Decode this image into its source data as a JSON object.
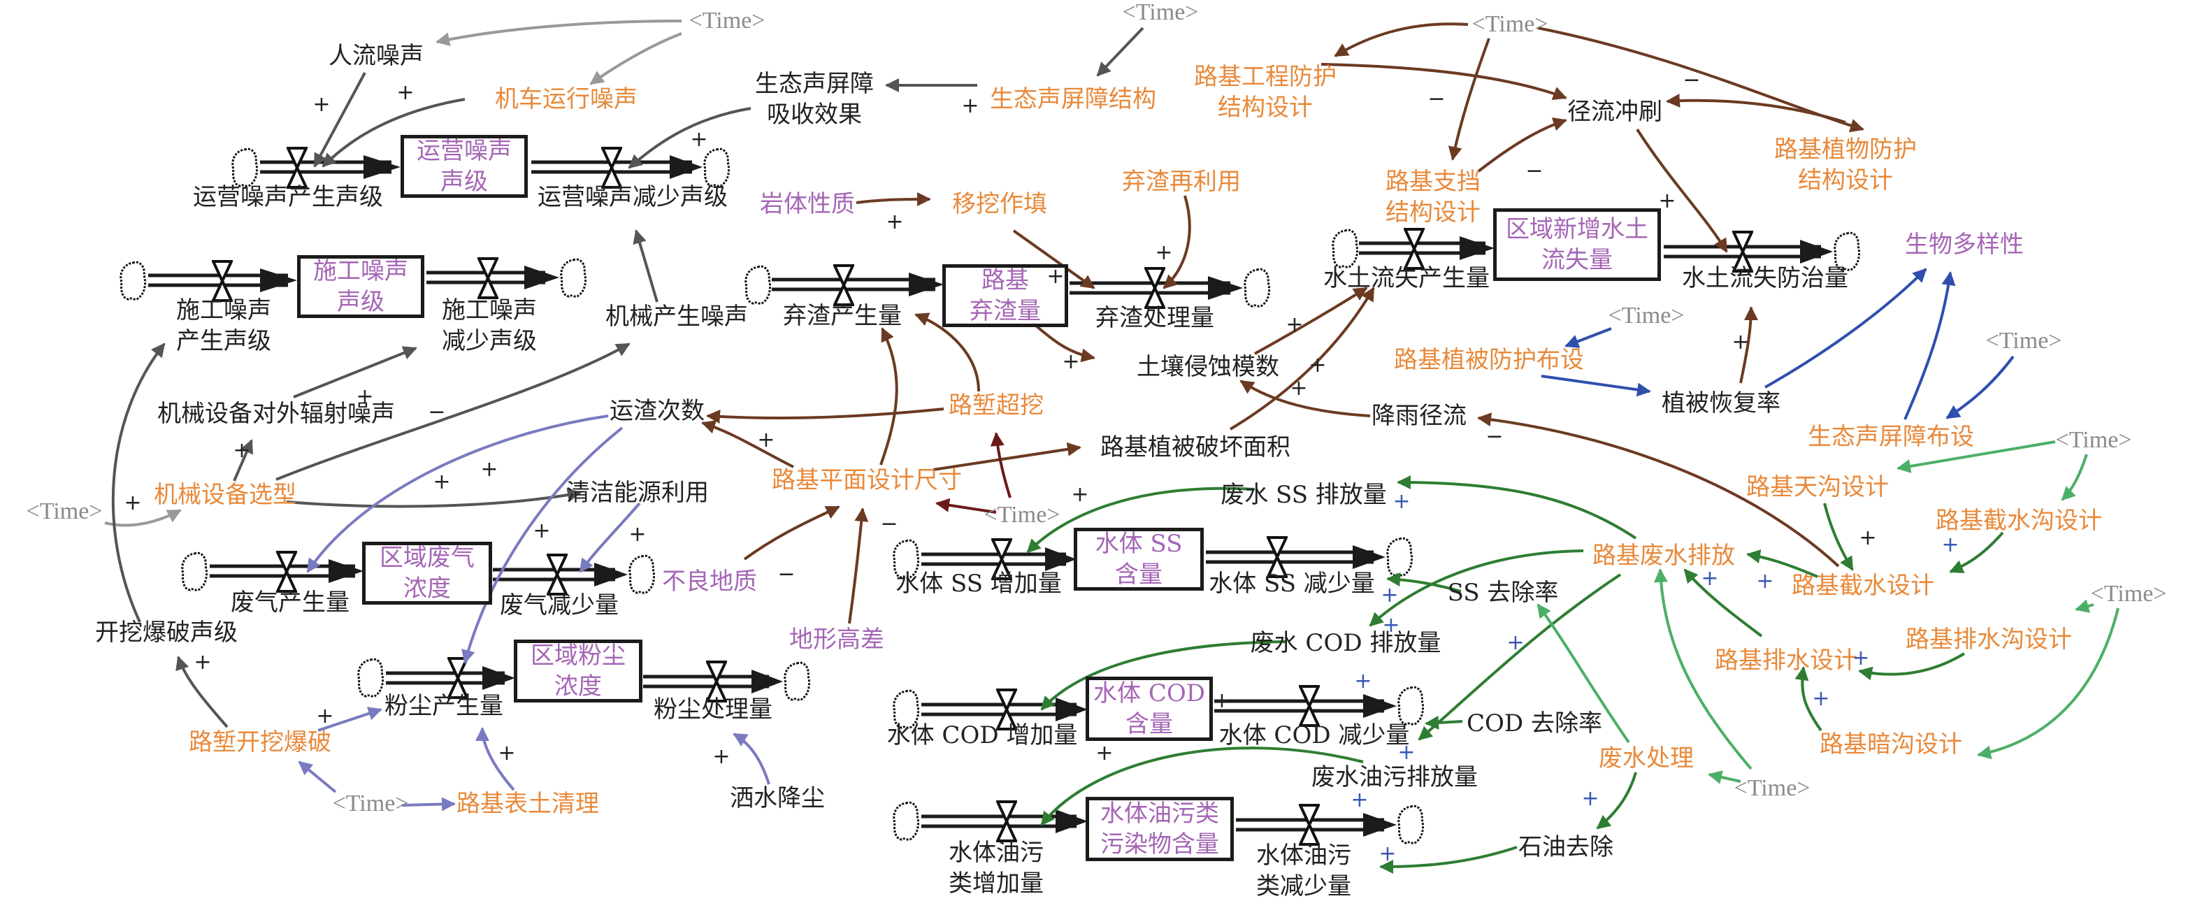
{
  "figure": {
    "type": "system-dynamics stock-flow diagram",
    "time_label": "<Time>"
  },
  "colors": {
    "auxiliary_text": "#222222",
    "policy_text": "#e8893a",
    "stock_text": "#a566b5",
    "time_text": "#8a8a8a",
    "noise_links": "#555555",
    "time_links_gray": "#999999",
    "soil_links": "#6b3a22",
    "air_links": "#7a7ac0",
    "biodiversity_links": "#2f4fae",
    "water_links": "#2e7d32",
    "water_links_light": "#4caf68",
    "dark_red_links": "#6b1a1a"
  },
  "stocks": {
    "operation_noise": "运营噪声\n声级",
    "construction_noise": "施工噪声\n声级",
    "waste_slag": "路基\n弃渣量",
    "soil_loss": "区域新增水土\n流失量",
    "exhaust_gas": "区域废气\n浓度",
    "dust": "区域粉尘\n浓度",
    "water_ss": "水体 SS\n含量",
    "water_cod": "水体 COD\n含量",
    "water_oil": "水体油污类\n污染物含量"
  },
  "flows": {
    "operation_noise_in": "运营噪声产生声级",
    "operation_noise_out": "运营噪声减少声级",
    "construction_noise_in": "施工噪声\n产生声级",
    "construction_noise_out": "施工噪声\n减少声级",
    "slag_in": "弃渣产生量",
    "slag_out": "弃渣处理量",
    "soil_loss_in": "水土流失产生量",
    "soil_loss_out": "水土流失防治量",
    "gas_in": "废气产生量",
    "gas_out": "废气减少量",
    "dust_in": "粉尘产生量",
    "dust_out": "粉尘处理量",
    "ss_in": "水体 SS 增加量",
    "ss_out": "水体 SS 减少量",
    "cod_in": "水体 COD 增加量",
    "cod_out": "水体 COD 减少量",
    "oil_in": "水体油污\n类增加量",
    "oil_out": "水体油污\n类减少量"
  },
  "auxiliaries": {
    "crowd_noise": "人流噪声",
    "vehicle_noise": "机车运行噪声",
    "barrier_absorption": "生态声屏障\n吸收效果",
    "barrier_structure": "生态声屏障结构",
    "machine_noise": "机械产生噪声",
    "machine_radiation": "机械设备对外辐射噪声",
    "machine_selection": "机械设备选型",
    "blast_noise": "开挖爆破声级",
    "cut_blasting": "路堑开挖爆破",
    "topsoil_clearing": "路基表土清理",
    "water_spray": "洒水降尘",
    "clean_energy": "清洁能源利用",
    "haul_trips": "运渣次数",
    "bad_geology": "不良地质",
    "terrain_diff": "地形高差",
    "plan_size": "路基平面设计尺寸",
    "cut_overexcavation": "路堑超挖",
    "rock_property": "岩体性质",
    "cut_to_fill": "移挖作填",
    "slag_reuse": "弃渣再利用",
    "erosion_modulus": "土壤侵蚀模数",
    "vegetation_damage": "路基植被破坏面积",
    "rain_runoff": "降雨径流",
    "runoff_scour": "径流冲刷",
    "engineering_protection": "路基工程防护\n结构设计",
    "retaining_structure": "路基支挡\n结构设计",
    "plant_protection": "路基植物防护\n结构设计",
    "biodiversity": "生物多样性",
    "vegetation_layout": "路基植被防护布设",
    "vegetation_recovery": "植被恢复率",
    "barrier_layout": "生态声屏障布设",
    "ditch_top": "路基天沟设计",
    "intercept_ditch": "路基截水沟设计",
    "intercept_design": "路基截水设计",
    "wastewater_discharge": "路基废水排放",
    "ss_discharge": "废水 SS 排放量",
    "ss_removal": "SS 去除率",
    "cod_discharge": "废水 COD 排放量",
    "drain_ditch": "路基排水沟设计",
    "drain_design": "路基排水设计",
    "blind_ditch": "路基暗沟设计",
    "cod_removal": "COD 去除率",
    "wastewater_treatment": "废水处理",
    "oil_discharge": "废水油污排放量",
    "oil_removal": "石油去除"
  },
  "signs": {
    "plus": "+",
    "minus": "−"
  }
}
